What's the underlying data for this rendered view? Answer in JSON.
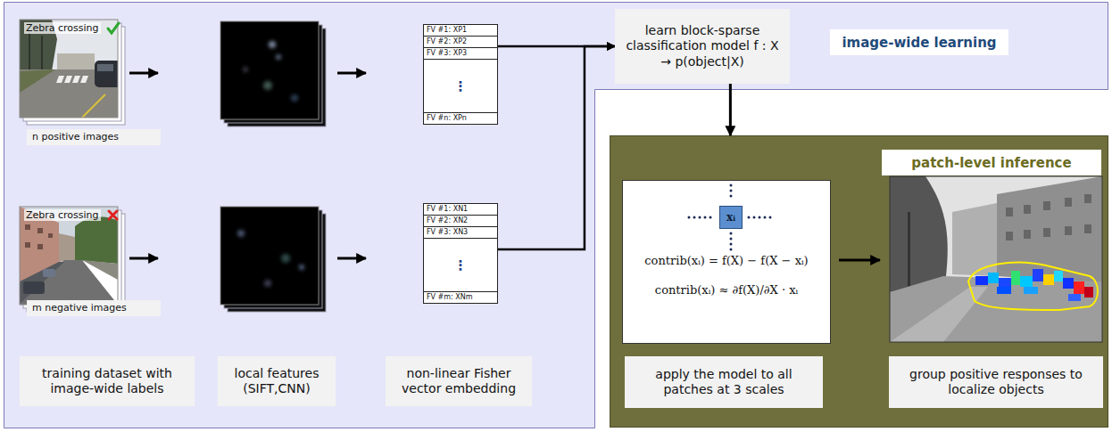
{
  "diagram": {
    "nodes": [
      {
        "text": [
          "image-wide learning"
        ]
      },
      {
        "text": [
          "learn block-sparse classification model f : X → p(object|X)"
        ],
        "in": 0
      },
      {
        "text": [
          "n positive images"
        ],
        "in": 0
      },
      {
        "text": [
          "FV #1: XP1",
          "FV #2: XP2",
          "FV #3: XP3",
          "⋮",
          "FV #n: XPn"
        ],
        "in": 0
      },
      {
        "text": [
          "m negative images"
        ],
        "in": 0
      },
      {
        "text": [
          "FV #1: XN1",
          "FV #2: XN2",
          "FV #3: XN3",
          "⋮",
          "FV #m: XNm"
        ],
        "in": 0
      },
      {
        "text": [
          "training dataset with image-wide labels"
        ],
        "in": 0
      },
      {
        "text": [
          "local features (SIFT,CNN)"
        ],
        "in": 0
      },
      {
        "text": [
          "non-linear Fisher vector embedding"
        ],
        "in": 0
      },
      {
        "text": [
          "patch-level inference"
        ]
      },
      {
        "text": [
          "contrib(xᵢ) = f(X) − f(X − xᵢ)",
          "contrib(xᵢ) ≈ ∂f(X)/∂X · xᵢ"
        ],
        "in": 9
      },
      {
        "text": [
          "xᵢ"
        ],
        "in": 10
      },
      {
        "text": [
          "apply the model to all patches at 3 scales"
        ],
        "in": 9
      },
      {
        "text": [
          "group positive responses to localize objects"
        ],
        "in": 9
      }
    ],
    "edges": [
      {
        "from": 3,
        "to": 1,
        "arrow": "to"
      },
      {
        "from": 5,
        "to": 1,
        "arrow": "to"
      },
      {
        "from": 1,
        "to": 9,
        "arrow": "to"
      }
    ],
    "labels": [
      "Zebra crossing",
      "Zebra crossing"
    ]
  }
}
